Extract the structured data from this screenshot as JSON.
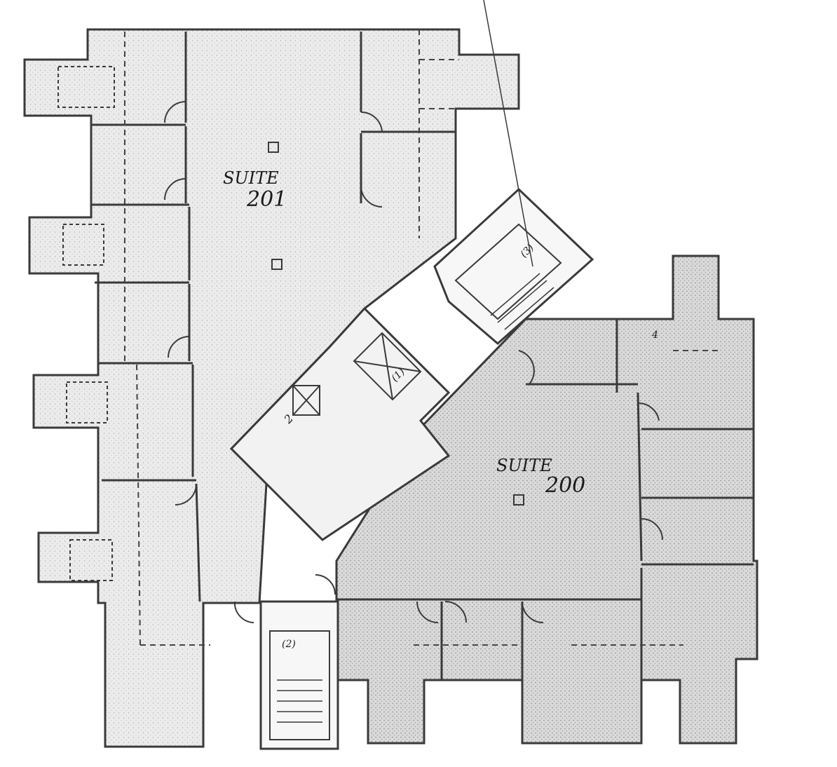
{
  "suites": [
    {
      "name": "SUITE",
      "number": "201"
    },
    {
      "name": "SUITE",
      "number": "200"
    }
  ],
  "marks": {
    "stair_a": "(3)",
    "stair_b": "(2)",
    "elevator": "(1)",
    "restroom": "2",
    "corner": "4"
  },
  "colors": {
    "wall": "#3a3a3a",
    "fill": "#e8e8e8",
    "fill_dark": "#d2d2d2",
    "paper": "#ffffff"
  }
}
